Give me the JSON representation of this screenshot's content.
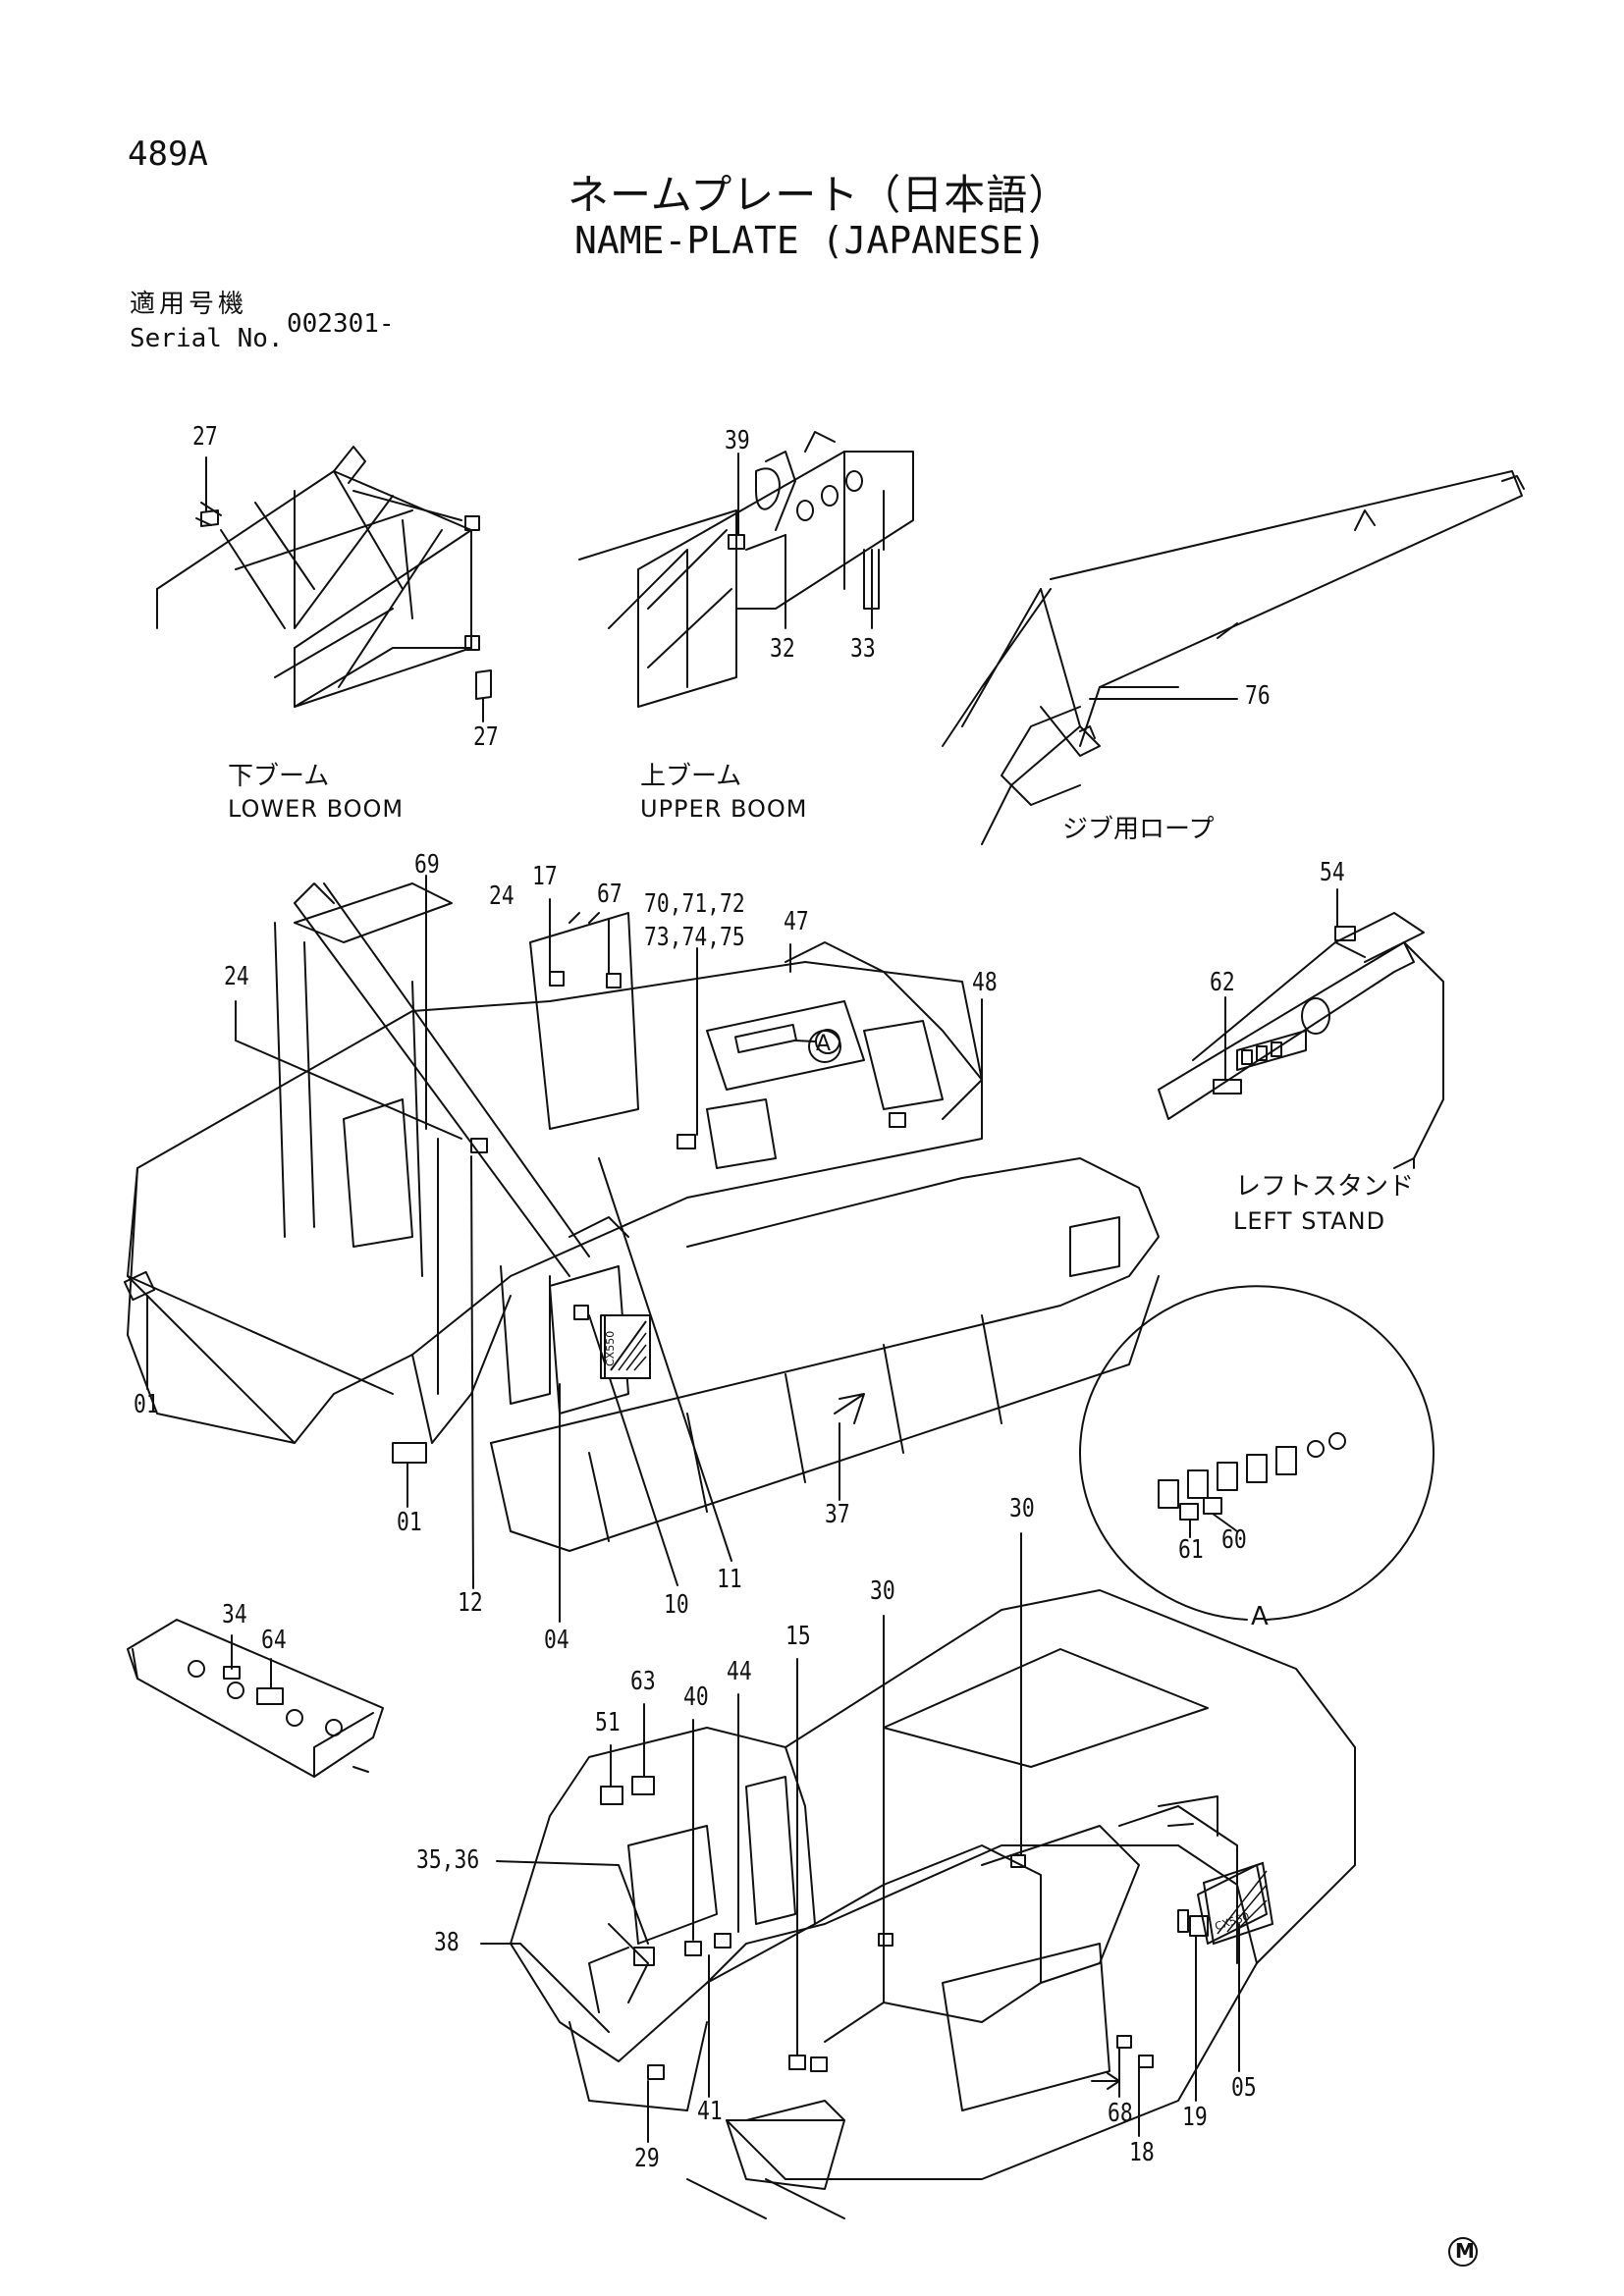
{
  "page": {
    "code": "489A",
    "title_jp": "ネームプレート（日本語）",
    "title_en": "NAME-PLATE (JAPANESE)",
    "serial_label_jp": "適用号機",
    "serial_label_en": "Serial No.",
    "serial_value": "002301-",
    "mark": "M"
  },
  "views": {
    "lower_boom_jp": "下ブーム",
    "lower_boom_en": "LOWER BOOM",
    "upper_boom_jp": "上ブーム",
    "upper_boom_en": "UPPER BOOM",
    "jib_rope_jp": "ジブ用ロープ",
    "left_stand_jp": "レフトスタンド",
    "left_stand_en": "LEFT STAND",
    "detail_a": "A",
    "detail_a_ref": "A",
    "model_badge": "CX550"
  },
  "callouts": {
    "c27a": "27",
    "c27b": "27",
    "c39": "39",
    "c32": "32",
    "c33": "33",
    "c76": "76",
    "c69": "69",
    "c24a": "24",
    "c17": "17",
    "c67": "67",
    "c70": "70,71,72",
    "c73": "73,74,75",
    "c47": "47",
    "c48": "48",
    "c24b": "24",
    "c54": "54",
    "c62": "62",
    "c01a": "01",
    "c01b": "01",
    "c12": "12",
    "c04": "04",
    "c10": "10",
    "c11": "11",
    "c37": "37",
    "c61": "61",
    "c60": "60",
    "c30a": "30",
    "c30b": "30",
    "c34": "34",
    "c64": "64",
    "c15": "15",
    "c44": "44",
    "c40": "40",
    "c63": "63",
    "c51": "51",
    "c35": "35,36",
    "c38": "38",
    "c29": "29",
    "c41": "41",
    "c68": "68",
    "c18": "18",
    "c19": "19",
    "c05": "05"
  }
}
